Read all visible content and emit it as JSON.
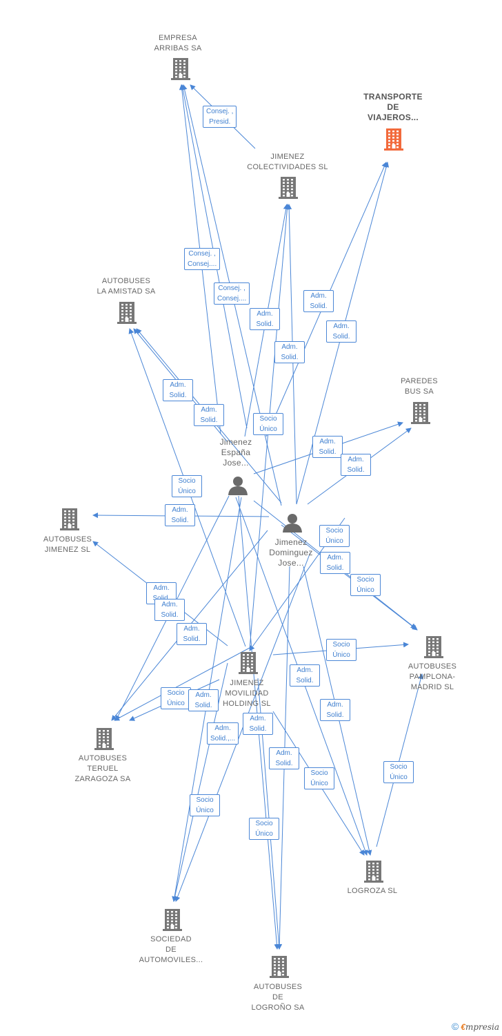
{
  "colors": {
    "edge": "#4a86d6",
    "edge_label_text": "#3f7fcf",
    "building": "#777777",
    "highlight_building": "#f26a3c",
    "person": "#6a6a6a",
    "label": "#666666"
  },
  "nodes": [
    {
      "id": "empresa-arribas",
      "type": "company",
      "lines": [
        "EMPRESA",
        "ARRIBAS SA"
      ]
    },
    {
      "id": "transporte-viajeros",
      "type": "company",
      "highlight": true,
      "lines": [
        "TRANSPORTE",
        "DE",
        "VIAJEROS..."
      ]
    },
    {
      "id": "jimenez-colectividades",
      "type": "company",
      "lines": [
        "JIMENEZ",
        "COLECTIVIDADES SL"
      ]
    },
    {
      "id": "autobuses-la-amistad",
      "type": "company",
      "lines": [
        "AUTOBUSES",
        "LA AMISTAD SA"
      ]
    },
    {
      "id": "paredes-bus",
      "type": "company",
      "lines": [
        "PAREDES",
        "BUS SA"
      ]
    },
    {
      "id": "jimenez-espana",
      "type": "person",
      "lines": [
        "Jimenez",
        "España",
        "Jose..."
      ]
    },
    {
      "id": "jimenez-dominguez",
      "type": "person",
      "lines": [
        "Jimenez",
        "Dominguez",
        "Jose..."
      ]
    },
    {
      "id": "autobuses-jimenez",
      "type": "company",
      "lines": [
        "AUTOBUSES",
        "JIMENEZ SL"
      ]
    },
    {
      "id": "autobuses-pamplona",
      "type": "company",
      "lines": [
        "AUTOBUSES",
        "PAMPLONA-",
        "MADRID SL"
      ]
    },
    {
      "id": "jimenez-movilidad",
      "type": "company",
      "lines": [
        "JIMENEZ",
        "MOVILIDAD",
        "HOLDING  SL"
      ]
    },
    {
      "id": "autobuses-teruel",
      "type": "company",
      "lines": [
        "AUTOBUSES",
        "TERUEL",
        "ZARAGOZA SA"
      ]
    },
    {
      "id": "logroza",
      "type": "company",
      "lines": [
        "LOGROZA SL"
      ]
    },
    {
      "id": "sociedad-automoviles",
      "type": "company",
      "lines": [
        "SOCIEDAD",
        "DE",
        "AUTOMOVILES..."
      ]
    },
    {
      "id": "autobuses-logrono",
      "type": "company",
      "lines": [
        "AUTOBUSES",
        "DE",
        "LOGROÑO SA"
      ]
    }
  ],
  "edge_labels": [
    {
      "lines": [
        "Consej. ,",
        "Presid."
      ]
    },
    {
      "lines": [
        "Consej. ,",
        "Consej...."
      ]
    },
    {
      "lines": [
        "Consej. ,",
        "Consej...."
      ]
    },
    {
      "lines": [
        "Adm.",
        "Solid."
      ]
    },
    {
      "lines": [
        "Adm.",
        "Solid."
      ]
    },
    {
      "lines": [
        "Adm.",
        "Solid."
      ]
    },
    {
      "lines": [
        "Adm.",
        "Solid."
      ]
    },
    {
      "lines": [
        "Adm.",
        "Solid."
      ]
    },
    {
      "lines": [
        "Adm.",
        "Solid."
      ]
    },
    {
      "lines": [
        "Socio",
        "Único"
      ]
    },
    {
      "lines": [
        "Adm.",
        "Solid."
      ]
    },
    {
      "lines": [
        "Adm.",
        "Solid."
      ]
    },
    {
      "lines": [
        "Socio",
        "Único"
      ]
    },
    {
      "lines": [
        "Adm.",
        "Solid."
      ]
    },
    {
      "lines": [
        "Socio",
        "Único"
      ]
    },
    {
      "lines": [
        "Adm.",
        "Solid."
      ]
    },
    {
      "lines": [
        "Adm.",
        "Solid."
      ]
    },
    {
      "lines": [
        "Socio",
        "Único"
      ]
    },
    {
      "lines": [
        "Adm.",
        "Solid."
      ]
    },
    {
      "lines": [
        "Adm.",
        "Solid."
      ]
    },
    {
      "lines": [
        "Socio",
        "Único"
      ]
    },
    {
      "lines": [
        "Adm.",
        "Solid."
      ]
    },
    {
      "lines": [
        "Socio",
        "Único"
      ]
    },
    {
      "lines": [
        "Adm.",
        "Solid."
      ]
    },
    {
      "lines": [
        "Adm.",
        "Solid."
      ]
    },
    {
      "lines": [
        "Adm.",
        "Solid.,..."
      ]
    },
    {
      "lines": [
        "Adm.",
        "Solid."
      ]
    },
    {
      "lines": [
        "Adm.",
        "Solid."
      ]
    },
    {
      "lines": [
        "Socio",
        "Único"
      ]
    },
    {
      "lines": [
        "Socio",
        "Único"
      ]
    },
    {
      "lines": [
        "Socio",
        "Único"
      ]
    },
    {
      "lines": [
        "Socio",
        "Único"
      ]
    }
  ],
  "footer": {
    "copyright_symbol": "©",
    "brand_initial": "€",
    "brand_rest": "mpresia"
  }
}
